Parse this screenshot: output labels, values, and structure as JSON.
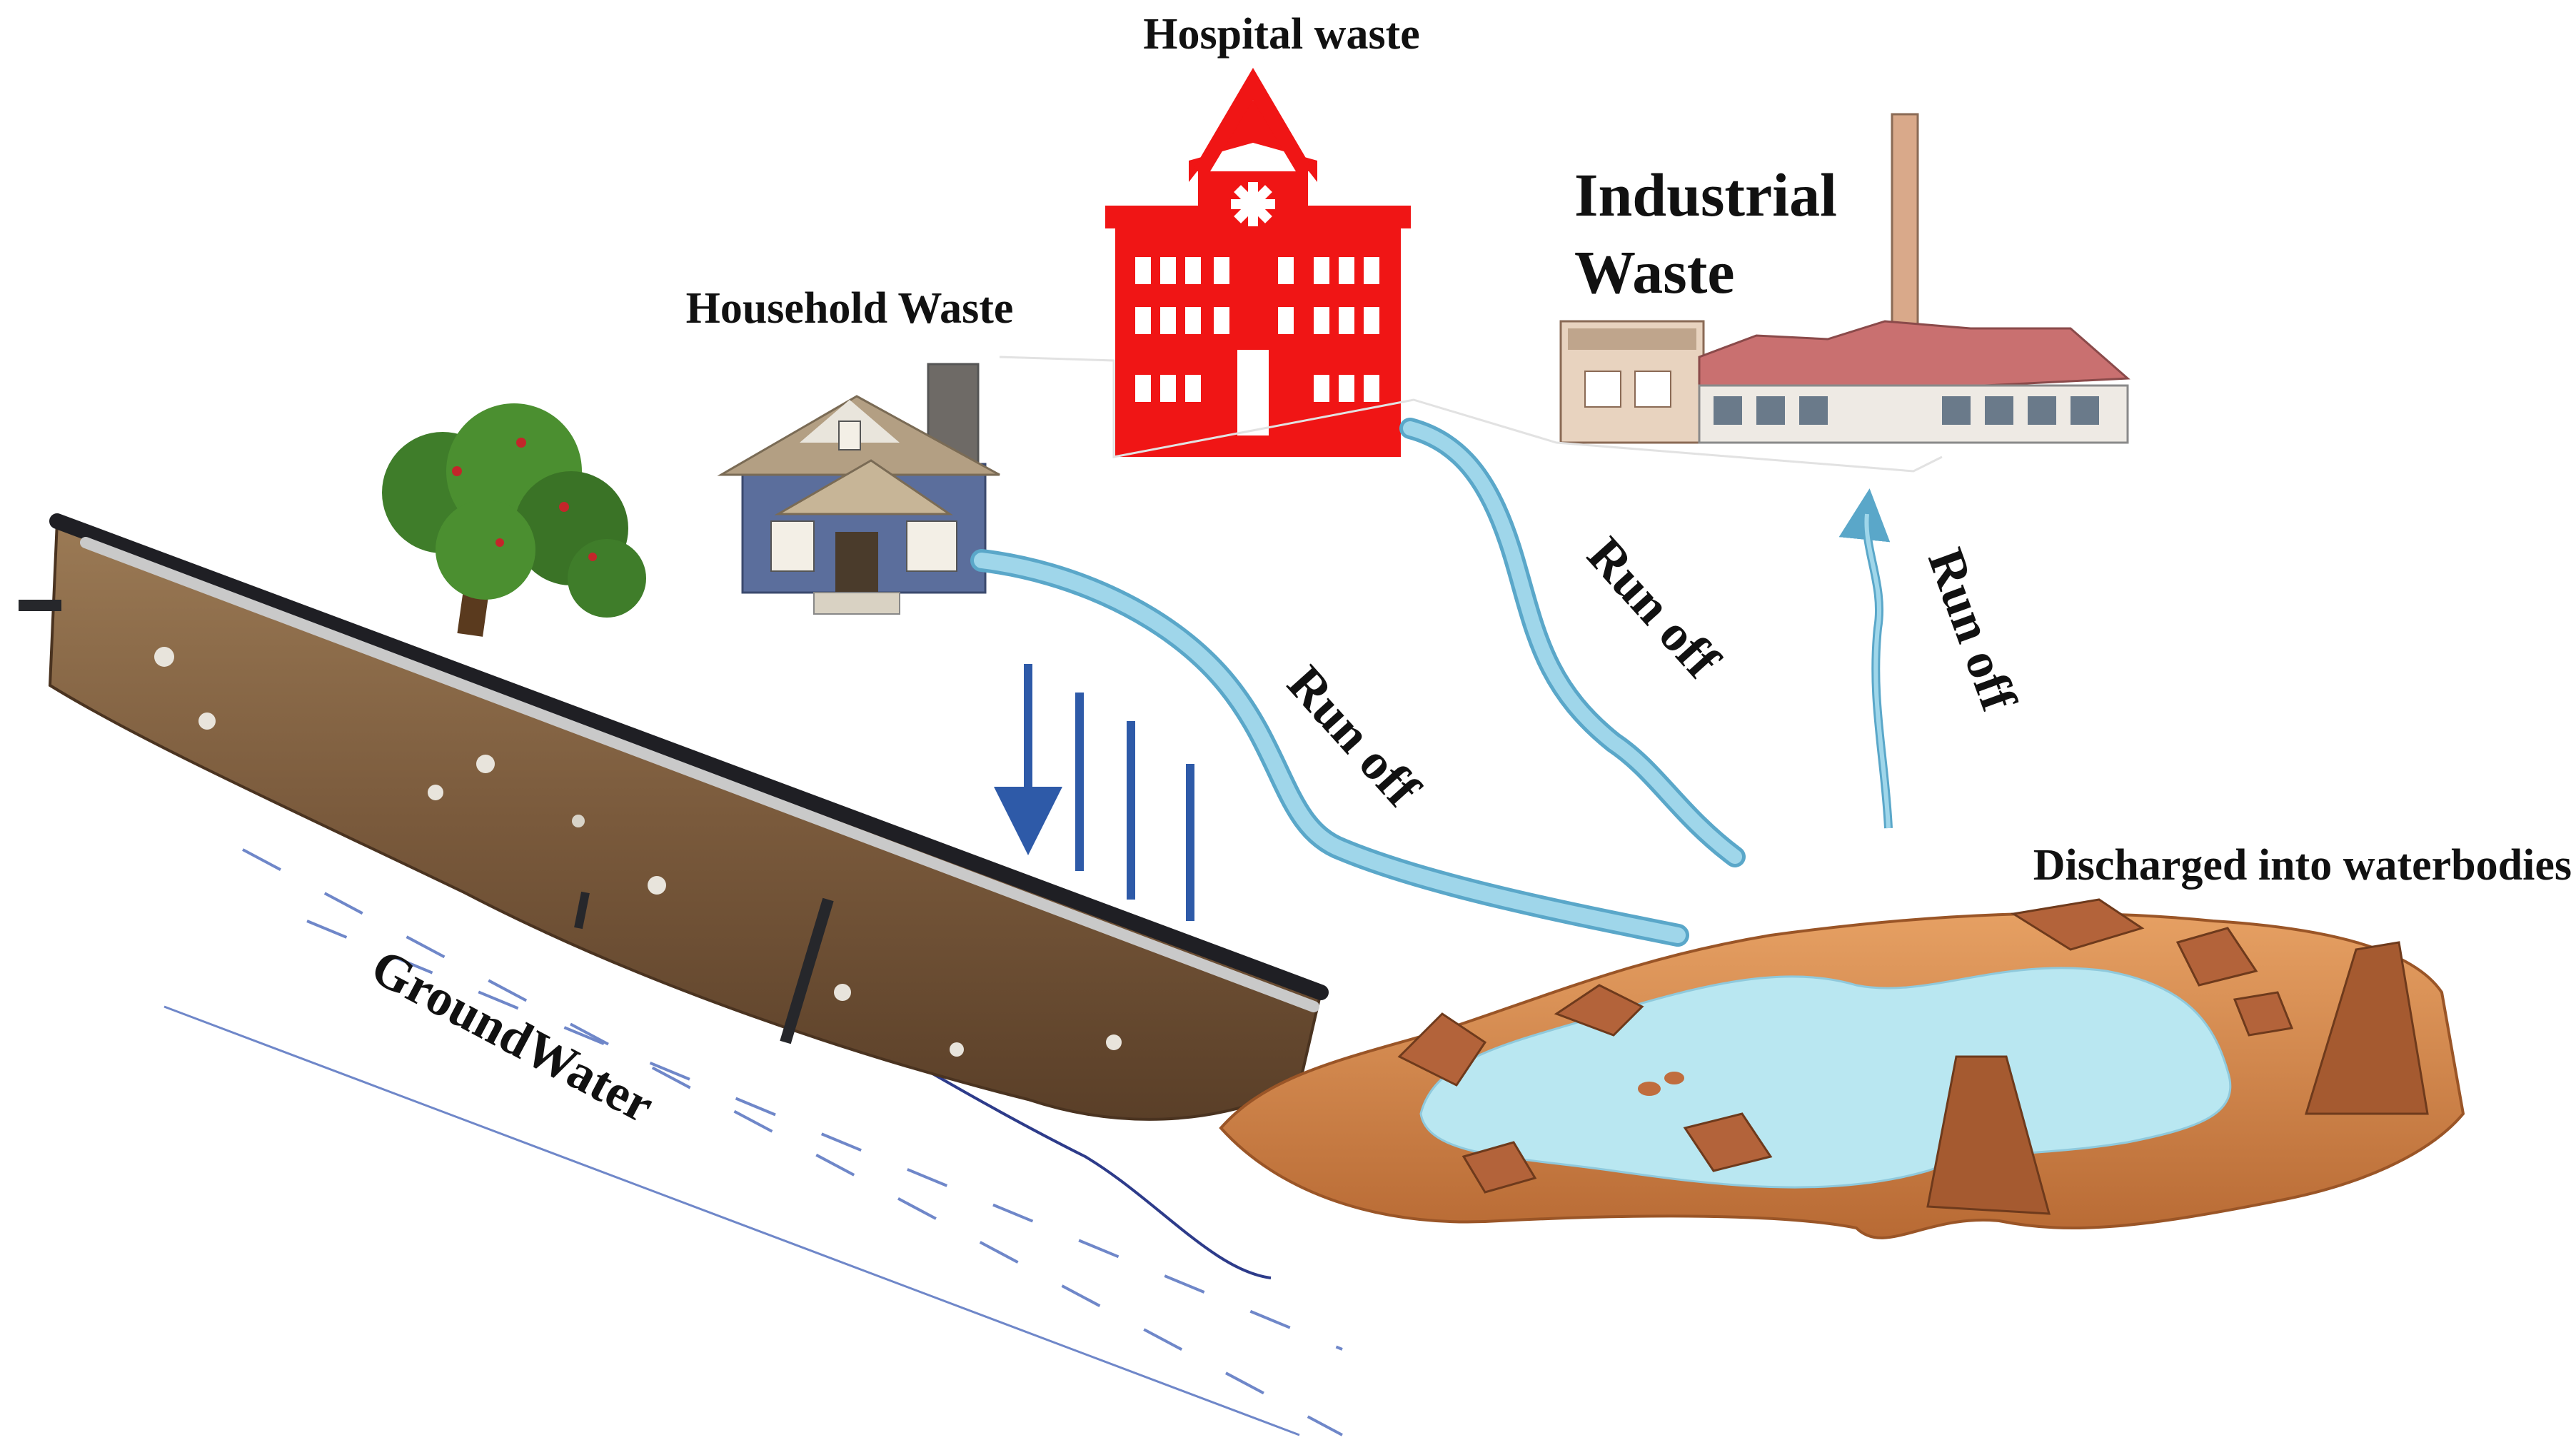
{
  "labels": {
    "hospital": "Hospital waste",
    "household": "Household Waste",
    "industrial_line1": "Industrial",
    "industrial_line2": "Waste",
    "runoff": "Run off",
    "discharged": "Discharged into waterbodies",
    "groundwater": "GroundWater"
  },
  "icons": {
    "hospital": "hospital-building-icon",
    "house": "house-icon",
    "factory": "factory-icon",
    "tree": "tree-icon",
    "pond": "pond-icon"
  },
  "colors": {
    "hospital_red": "#f01515",
    "runoff_stream": "#9fd6ea",
    "stream_edge": "#5aa7c9",
    "rain_arrows": "#2e5aa8",
    "pond_water": "#b9e7f1",
    "pond_rim": "#d98a4a",
    "soil": "#7a5a3c"
  }
}
